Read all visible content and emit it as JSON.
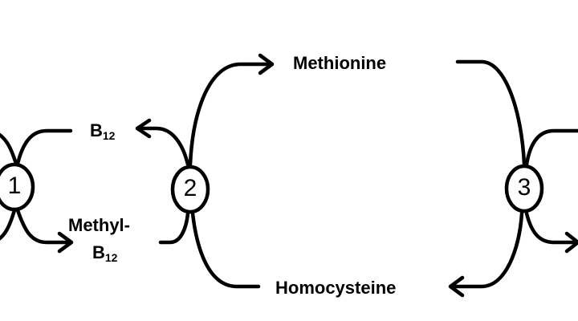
{
  "labels": {
    "methionine": "Methionine",
    "homocysteine": "Homocysteine",
    "b12_base": "B",
    "b12_sub": "12",
    "methyl_line1": "Methyl-",
    "methyl_b12_base": "B",
    "methyl_b12_sub": "12"
  },
  "nodes": [
    "1",
    "2",
    "3"
  ]
}
